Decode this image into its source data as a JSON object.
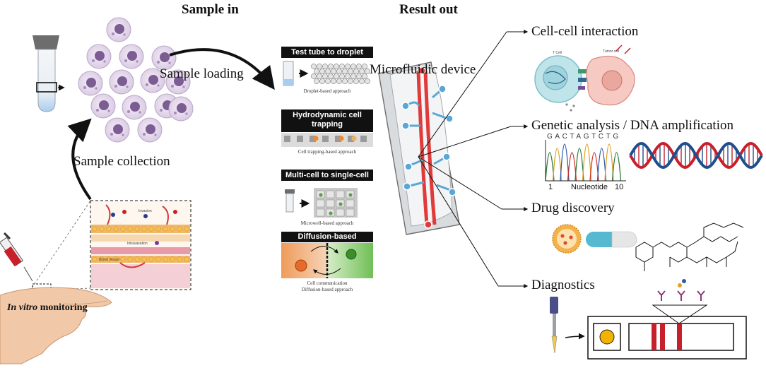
{
  "headings": {
    "sample_in": "Sample in",
    "result_out": "Result out"
  },
  "left": {
    "sample_loading": "Sample loading",
    "sample_collection": "Sample collection",
    "in_vitro_italic": "In vitro",
    "monitoring": " monitoring",
    "tissue_labels": [
      "Invasion",
      "Intravasation",
      "Blood Vessel"
    ]
  },
  "panels": [
    {
      "title": "Test tube to droplet",
      "caption": "Droplet-based approach"
    },
    {
      "title": "Hydrodynamic cell trapping",
      "caption": "Cell trapping-based approach"
    },
    {
      "title": "Multi-cell to single-cell",
      "caption": "Microwell-based approach"
    },
    {
      "title": "Diffusion-based",
      "caption_lines": [
        "Cell communication",
        "Diffusion-based approach"
      ]
    }
  ],
  "device": {
    "label": "Microfluidic device"
  },
  "results": [
    {
      "label": "Cell-cell interaction",
      "sublabels": [
        "T Cell",
        "Tumor cell"
      ]
    },
    {
      "label": "Genetic analysis / DNA amplification",
      "sequence": "GACTAGTCTG",
      "axis": {
        "start": "1",
        "title": "Nucleotide",
        "end": "10"
      }
    },
    {
      "label": "Drug discovery"
    },
    {
      "label": "Diagnostics"
    }
  ],
  "colors": {
    "red_channel": "#e03a3a",
    "blue_channel": "#5aa7d6",
    "arrow": "#111111",
    "dna_red": "#c8202a",
    "dna_blue": "#1e4e8c"
  }
}
